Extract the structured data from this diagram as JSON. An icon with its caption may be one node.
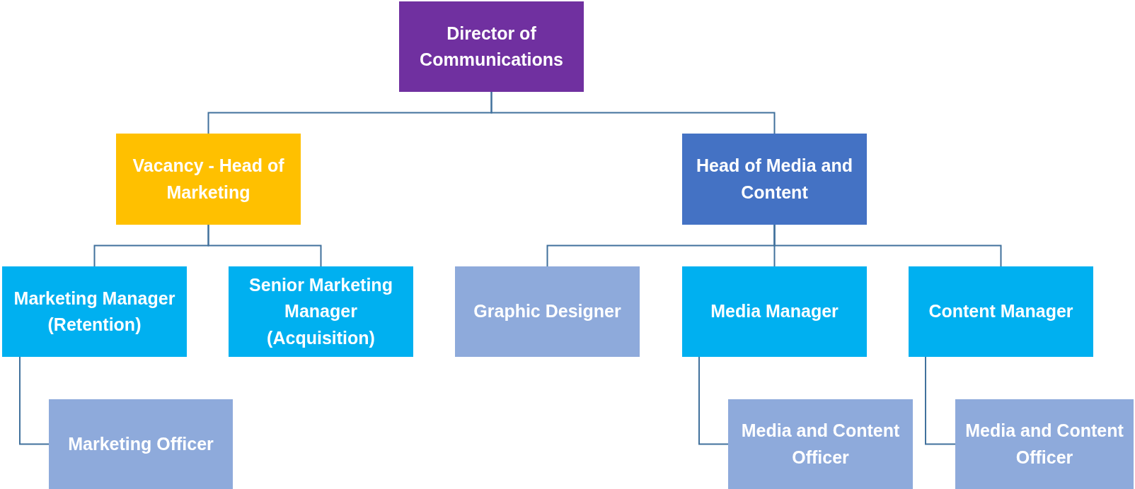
{
  "diagram": {
    "nodes": [
      {
        "text": [
          "Director of Communications"
        ]
      },
      {
        "text": [
          "Vacancy - Head of Marketing"
        ]
      },
      {
        "text": [
          "Head of Media and Content"
        ]
      },
      {
        "text": [
          "Marketing Manager (Retention)"
        ]
      },
      {
        "text": [
          "Senior Marketing Manager (Acquisition)"
        ]
      },
      {
        "text": [
          "Graphic Designer"
        ]
      },
      {
        "text": [
          "Media Manager"
        ]
      },
      {
        "text": [
          "Content Manager"
        ]
      },
      {
        "text": [
          "Marketing Officer"
        ]
      },
      {
        "text": [
          "Media and Content Officer"
        ]
      },
      {
        "text": [
          "Media and Content Officer"
        ]
      }
    ],
    "edges": [
      {
        "from": 0,
        "to": 1,
        "arrow": "none"
      },
      {
        "from": 0,
        "to": 2,
        "arrow": "none"
      },
      {
        "from": 1,
        "to": 3,
        "arrow": "none"
      },
      {
        "from": 1,
        "to": 4,
        "arrow": "none"
      },
      {
        "from": 2,
        "to": 5,
        "arrow": "none"
      },
      {
        "from": 2,
        "to": 6,
        "arrow": "none"
      },
      {
        "from": 2,
        "to": 7,
        "arrow": "none"
      },
      {
        "from": 3,
        "to": 8,
        "arrow": "none"
      },
      {
        "from": 6,
        "to": 9,
        "arrow": "none"
      },
      {
        "from": 7,
        "to": 10,
        "arrow": "none"
      }
    ]
  }
}
